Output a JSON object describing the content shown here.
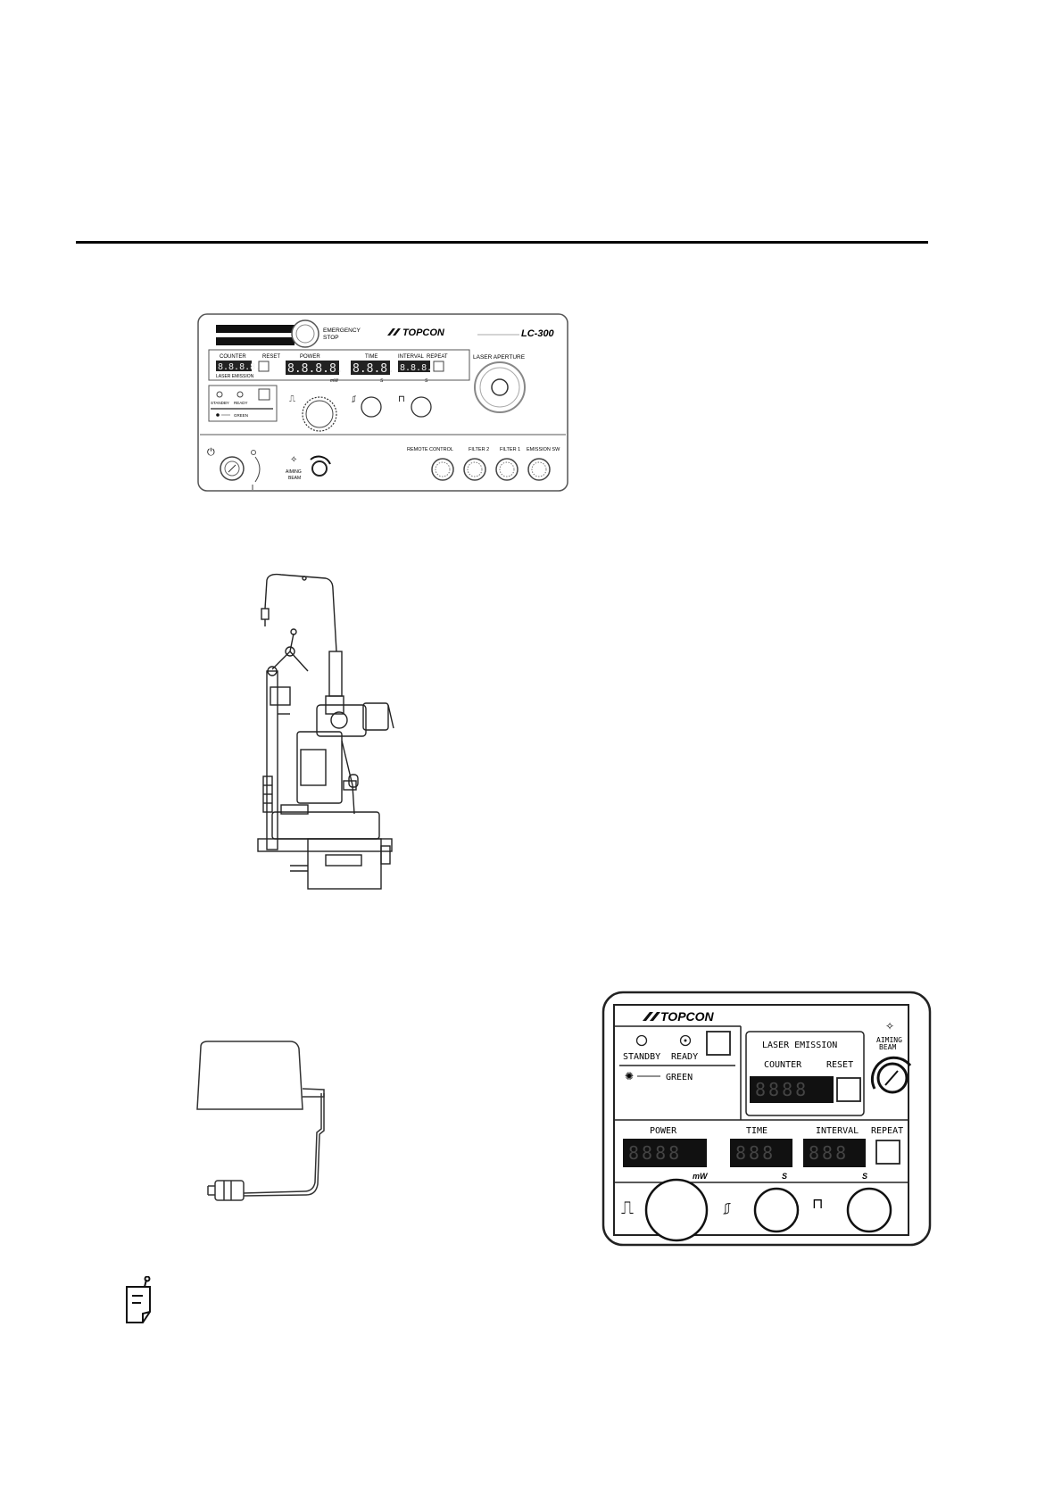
{
  "console": {
    "brand": "TOPCON",
    "model": "LC-300",
    "emergency_stop": [
      "EMERGENCY",
      "STOP"
    ],
    "counter_label": "COUNTER",
    "reset_label": "RESET",
    "laser_emission_label": "LASER EMISSION",
    "power_label": "POWER",
    "time_label": "TIME",
    "interval_label": "INTERVAL",
    "repeat_label": "REPEAT",
    "power_unit": "mW",
    "time_unit": "S",
    "interval_unit": "S",
    "standby_label": "STANDBY",
    "ready_label": "READY",
    "green_label": "GREEN",
    "laser_aperture_label": "LASER APERTURE",
    "aiming_beam": [
      "AIMING",
      "BEAM"
    ],
    "remote_control_label": "REMOTE CONTROL",
    "filter2_label": "FILTER 2",
    "filter1_label": "FILTER 1",
    "emission_sw_label": "EMISSION SW",
    "counter_digits": "8.8.8.8.",
    "power_digits": "8.8.8.8.",
    "time_digits": "8.8.8.",
    "interval_digits": "8.8.8."
  },
  "remote_panel": {
    "brand": "TOPCON",
    "standby_label": "STANDBY",
    "ready_label": "READY",
    "green_label": "GREEN",
    "laser_emission_label": "LASER  EMISSION",
    "counter_label": "COUNTER",
    "reset_label": "RESET",
    "aiming_beam": [
      "AIMING",
      "BEAM"
    ],
    "power_label": "POWER",
    "time_label": "TIME",
    "interval_label": "INTERVAL",
    "repeat_label": "REPEAT",
    "power_unit": "mW",
    "time_unit": "S",
    "interval_unit": "S",
    "counter_digits": "8888",
    "power_digits": "8888",
    "time_digits": "888",
    "interval_digits": "888"
  }
}
